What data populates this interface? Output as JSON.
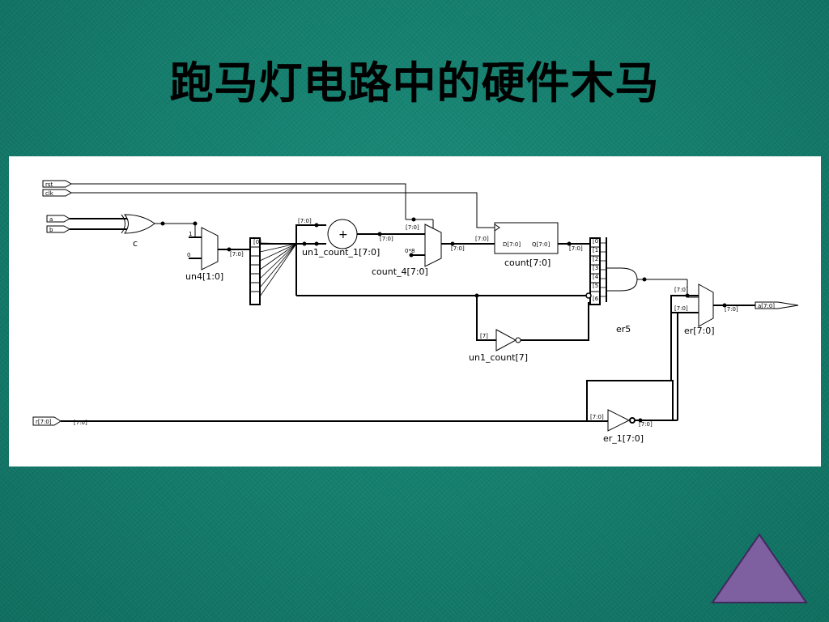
{
  "slide": {
    "title": "跑马灯电路中的硬件木马"
  },
  "schematic": {
    "ports": {
      "rst": "rst",
      "clk": "clk",
      "a": "a",
      "b": "b",
      "r": "r[7:0]",
      "out": "a[7:0]"
    },
    "instances": {
      "xor": "c",
      "mux_un4": "un4[1:0]",
      "adder": "un1_count_1[7:0]",
      "mux_count4": "count_4[7:0]",
      "register": "count[7:0]",
      "and_gate": "er5",
      "inverter_count7": "un1_count[7]",
      "mux_er": "er[7:0]",
      "inverter_er1": "er_1[7:0]"
    },
    "pins": {
      "mux_in_1": "1",
      "mux_in_0": "0",
      "bus_label": "[7:0]",
      "bus_label_small": "[7:0]",
      "reg_d": "D[7:0]",
      "reg_q": "Q[7:0]",
      "adder_symbol": "+",
      "const_zero": "0*8",
      "bit_7": "[7]",
      "bit_0": "[0]",
      "and_bits": [
        "[0]",
        "[1]",
        "[2]",
        "[3]",
        "[4]",
        "[5]",
        "[6]"
      ]
    }
  },
  "navigation": {
    "icon": "triangle-up-icon",
    "color": "#7e5fa0"
  }
}
